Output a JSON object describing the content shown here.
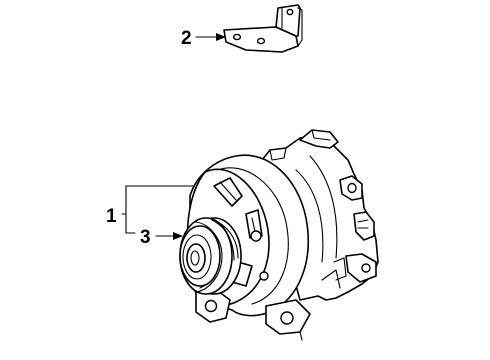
{
  "callouts": [
    {
      "id": "1",
      "label": "1"
    },
    {
      "id": "2",
      "label": "2"
    },
    {
      "id": "3",
      "label": "3"
    }
  ],
  "parts": {
    "bracket_icon": "mounting-bracket",
    "alternator_icon": "alternator-assembly",
    "pulley_icon": "drive-pulley"
  },
  "colors": {
    "line": "#000000",
    "background": "#ffffff"
  }
}
